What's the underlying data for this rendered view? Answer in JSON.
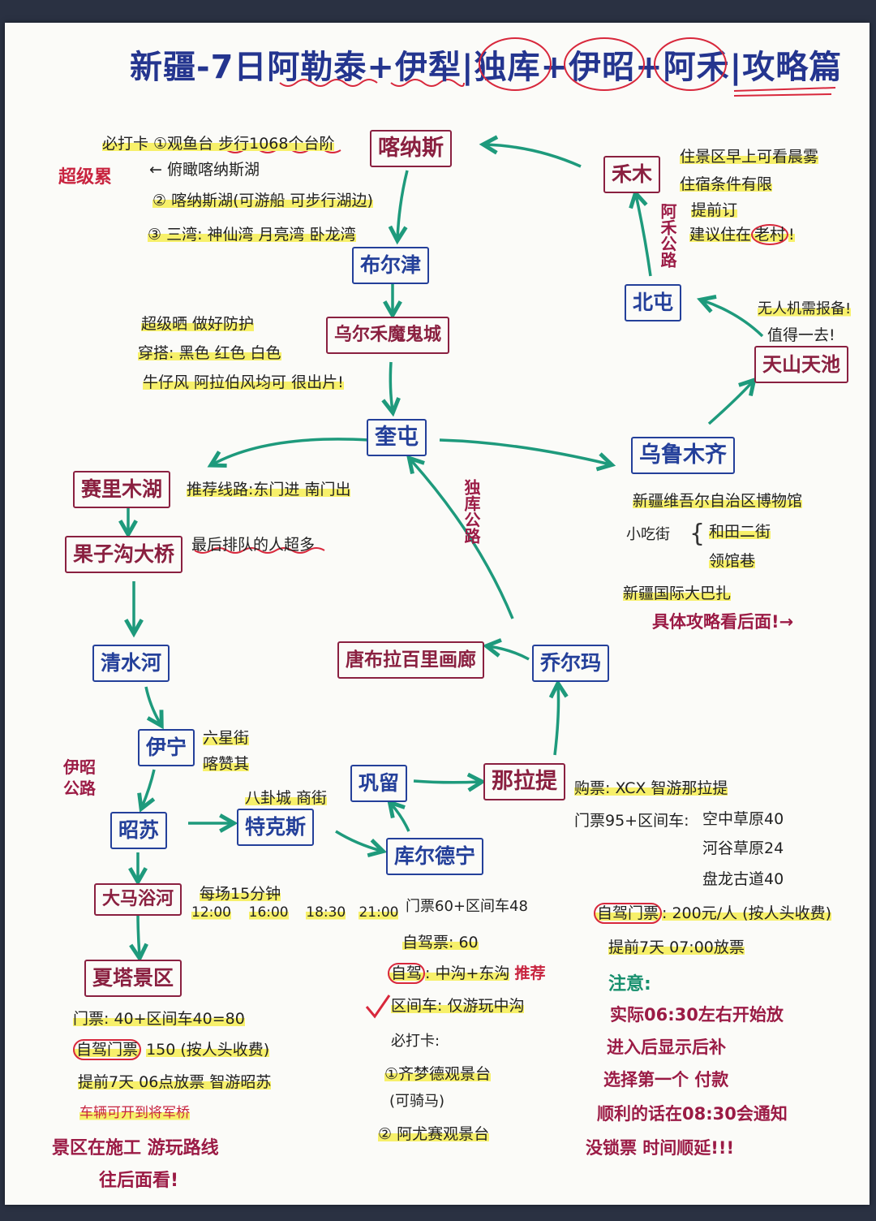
{
  "title": {
    "text": "新疆-7日阿勒泰+伊犁|独库+伊昭+阿禾|攻略篇"
  },
  "nodes": {
    "kanas": "喀纳斯",
    "buerjin": "布尔津",
    "wuerhe": "乌尔禾魔鬼城",
    "kuitun": "奎屯",
    "sailimu": "赛里木湖",
    "guozigou": "果子沟大桥",
    "qingshuihe": "清水河",
    "yining": "伊宁",
    "zhaosu": "昭苏",
    "damayuhe": "大马浴河",
    "xiata": "夏塔景区",
    "tekesi": "特克斯",
    "gongliu": "巩留",
    "kuerdening": "库尔德宁",
    "nalati": "那拉提",
    "qiaoerma": "乔尔玛",
    "tangbula": "唐布拉百里画廊",
    "urumqi": "乌鲁木齐",
    "tianchi": "天山天池",
    "beitun": "北屯",
    "hemu": "禾木"
  },
  "roads": {
    "duku": "独库公路",
    "yizhao": "伊昭公路",
    "ahe": "阿禾公路"
  },
  "kanas_notes": {
    "line1": "必打卡 ①观鱼台 步行1068个台阶",
    "tired": "超级累",
    "line2": "← 俯瞰喀纳斯湖",
    "line3": "② 喀纳斯湖(可游船 可步行湖边)",
    "line4": "③ 三湾: 神仙湾 月亮湾 卧龙湾"
  },
  "wuerhe_notes": {
    "line1": "超级晒 做好防护",
    "line2": "穿搭: 黑色 红色 白色",
    "line3": "牛仔风 阿拉伯风均可 很出片!"
  },
  "sailimu_note": "推荐线路:东门进 南门出",
  "guozigou_note": "最后排队的人超多",
  "yining_notes": {
    "line1": "六星街",
    "line2": "喀赞其"
  },
  "tekesi_note": "八卦城 商街",
  "damayuhe_notes": {
    "label": "每场15分钟",
    "times": [
      "12:00",
      "16:00",
      "18:30",
      "21:00"
    ]
  },
  "xiata_notes": {
    "line1": "门票: 40+区间车40=80",
    "line2a": "自驾门票",
    "line2b": "150 (按人头收费)",
    "line3": "提前7天 06点放票 智游昭苏",
    "line4": "车辆可开到将军桥",
    "line5": "景区在施工 游玩路线",
    "line6": "往后面看!"
  },
  "kuerdening_notes": {
    "line1": "门票60+区间车48",
    "line2": "自驾票: 60",
    "line3a": "自驾",
    "line3b": ": 中沟+东沟",
    "line3c": "推荐",
    "check": "✓",
    "line4": "区间车: 仅游玩中沟",
    "line5": "必打卡:",
    "line6": "①齐梦德观景台",
    "line7": "(可骑马)",
    "line8": "② 阿尤赛观景台"
  },
  "nalati_notes": {
    "line1": "购票: XCX 智游那拉提",
    "line2": "门票95+区间车:",
    "options": [
      "空中草原40",
      "河谷草原24",
      "盘龙古道40"
    ],
    "line3a": "自驾门票",
    "line3b": ": 200元/人 (按人头收费)",
    "line4": "提前7天 07:00放票",
    "attn": "注意:",
    "line5": "实际06:30左右开始放",
    "line6": "进入后显示后补",
    "line7": "选择第一个 付款",
    "line8": "顺利的话在08:30会通知",
    "line9": "没锁票 时间顺延!!!"
  },
  "hemu_notes": {
    "line1": "住景区早上可看晨雾",
    "line2": "住宿条件有限",
    "line3": "提前订",
    "line4a": "建议住在",
    "line4b": "老村",
    "line4c": "!"
  },
  "tianchi_notes": {
    "line1": "无人机需报备!",
    "line2": "值得一去!"
  },
  "urumqi_notes": {
    "line1": "新疆维吾尔自治区博物馆",
    "snack": "小吃街",
    "s1": "和田二街",
    "s2": "领馆巷",
    "line2": "新疆国际大巴扎",
    "line3": "具体攻略看后面!→"
  },
  "colors": {
    "red_box": "#8a2040",
    "blue_box": "#24409a",
    "arrow": "#1e9a7c",
    "highlight": "#f7f06a",
    "title": "#24358f",
    "pink": "#c8243f"
  }
}
